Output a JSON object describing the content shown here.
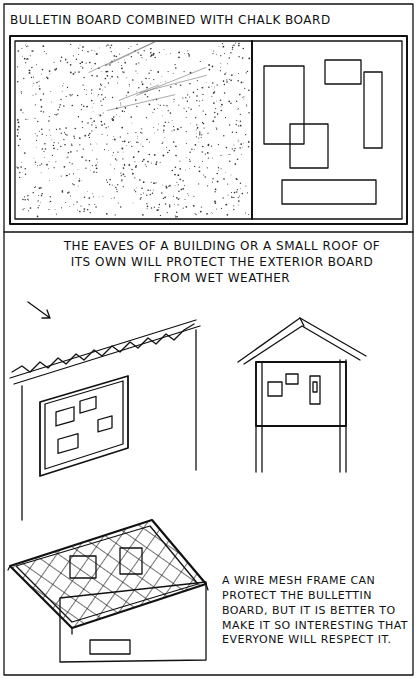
{
  "diagram": {
    "title": "BULLETIN BOARD COMBINED WITH CHALK BOARD",
    "labels": [
      "THE EAVES OF A BUILDING OR A SMALL ROOF OF ITS OWN WILL PROTECT THE EXTERIOR BOARD FROM WET WEATHER",
      "A WIRE MESH FRAME CAN PROTECT THE BULLETTIN BOARD, BUT IT IS BETTER TO MAKE IT SO INTERESTING THAT EVERYONE WILL RESPECT IT."
    ]
  }
}
